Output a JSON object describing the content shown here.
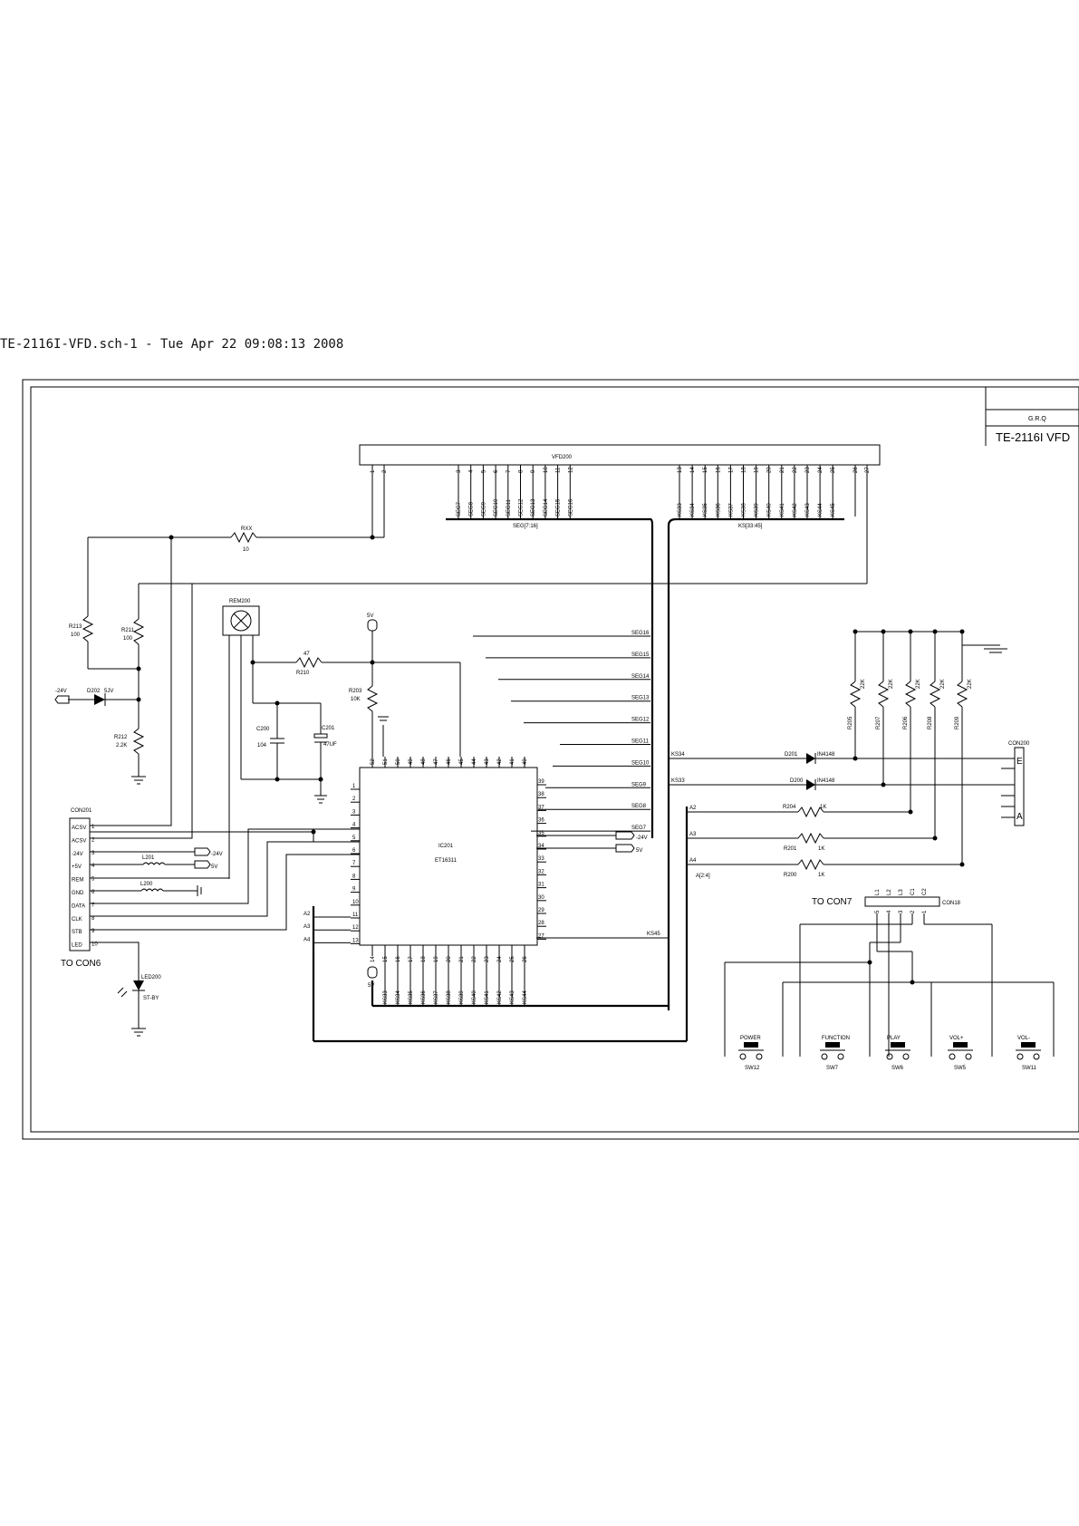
{
  "header": "TE-2116I-VFD.sch-1 - Tue Apr 22 09:08:13 2008",
  "title_block": {
    "company": "G.R.Q",
    "title": "TE-2116I VFD"
  },
  "vfd": {
    "ref": "VFD200",
    "pins_left": [
      "1",
      "2"
    ],
    "pins_seg": [
      "3",
      "4",
      "5",
      "6",
      "7",
      "8",
      "9",
      "10",
      "11",
      "12"
    ],
    "pins_ks": [
      "13",
      "14",
      "15",
      "16",
      "17",
      "18",
      "19",
      "20",
      "21",
      "22",
      "23",
      "24",
      "25"
    ],
    "pins_right": [
      "26",
      "27"
    ],
    "seg_nets": [
      "SEG7",
      "SEG8",
      "SEG9",
      "SEG10",
      "SEG11",
      "SEG12",
      "SEG13",
      "SEG14",
      "SEG15",
      "SEG16"
    ],
    "ks_nets": [
      "KS33",
      "KS34",
      "KS35",
      "KS36",
      "KS37",
      "KS38",
      "KS39",
      "KS40",
      "KS41",
      "KS42",
      "KS43",
      "KS44",
      "KS45"
    ],
    "seg_bus": "SEG[7:16]",
    "ks_bus": "KS[33:45]"
  },
  "components": {
    "rxx": {
      "ref": "RXX",
      "value": "10"
    },
    "r213": {
      "ref": "R213",
      "value": "100"
    },
    "r211": {
      "ref": "R211",
      "value": "100"
    },
    "r212": {
      "ref": "R212",
      "value": "2.2K"
    },
    "r210": {
      "ref": "R210",
      "value": "47"
    },
    "r203": {
      "ref": "R203",
      "value": "10K"
    },
    "c200": {
      "ref": "C200",
      "value": "104"
    },
    "c201": {
      "ref": "C201",
      "value": "47UF"
    },
    "d202": {
      "ref": "D202",
      "value": "5JV"
    },
    "rem": {
      "ref": "REM200"
    },
    "led": {
      "ref": "LED200",
      "value": "ST-BY"
    },
    "l201": {
      "ref": "L201"
    },
    "l200": {
      "ref": "L200"
    },
    "neg24": "-24V",
    "v5": "5V"
  },
  "ic": {
    "ref": "IC201",
    "part": "ET16311",
    "left_pins": [
      "1",
      "2",
      "3",
      "4",
      "5",
      "6",
      "7",
      "8",
      "9",
      "10",
      "11",
      "12",
      "13"
    ],
    "top_pins": [
      "52",
      "51",
      "50",
      "49",
      "48",
      "47",
      "46",
      "45",
      "44",
      "43",
      "42",
      "41",
      "40"
    ],
    "right_pins": [
      "39",
      "38",
      "37",
      "36",
      "35",
      "34",
      "33",
      "32",
      "31",
      "30",
      "29",
      "28",
      "27"
    ],
    "bottom_pins": [
      "14",
      "15",
      "16",
      "17",
      "18",
      "19",
      "20",
      "21",
      "22",
      "23",
      "24",
      "25",
      "26"
    ],
    "bottom_nets": [
      "KS33",
      "KS34",
      "KS35",
      "KS36",
      "KS37",
      "KS38",
      "KS39",
      "KS40",
      "KS41",
      "KS42",
      "KS43",
      "KS44"
    ],
    "seg_right": [
      "SEG16",
      "SEG15",
      "SEG14",
      "SEG13",
      "SEG12",
      "SEG11",
      "SEG10",
      "SEG9",
      "SEG8",
      "SEG7"
    ],
    "left_nets": [
      "A2",
      "A3",
      "A4"
    ],
    "ks45": "KS45",
    "neg24": "-24V",
    "v5": "5V"
  },
  "con201": {
    "ref": "CON201",
    "labels": [
      "ACSV",
      "ACSV",
      "-24V",
      "+5V",
      "REM",
      "GND",
      "DATA",
      "CLK",
      "STB",
      "LED"
    ],
    "pins": [
      "1",
      "2",
      "3",
      "4",
      "5",
      "6",
      "7",
      "8",
      "9",
      "10"
    ],
    "to": "TO CON6",
    "neg24": "-24V",
    "v5": "5V"
  },
  "keys": {
    "resistors": [
      {
        "ref": "R205",
        "value": "22K"
      },
      {
        "ref": "R207",
        "value": "22K"
      },
      {
        "ref": "R206",
        "value": "22K"
      },
      {
        "ref": "R208",
        "value": "22K"
      },
      {
        "ref": "R209",
        "value": "22K"
      }
    ],
    "ks34": "KS34",
    "ks33": "KS33",
    "d201": {
      "ref": "D201",
      "value": "IN4148"
    },
    "d200": {
      "ref": "D200",
      "value": "IN4148"
    },
    "a2": "A2",
    "a3": "A3",
    "a4": "A4",
    "abus": "A[2:4]",
    "r204": {
      "ref": "R204",
      "value": "1K"
    },
    "r201": {
      "ref": "R201",
      "value": "1K"
    },
    "r200": {
      "ref": "R200",
      "value": "1K"
    },
    "con200": {
      "ref": "CON200",
      "e": "E",
      "a": "A"
    }
  },
  "con7": {
    "to": "TO CON7",
    "ref": "CON18",
    "pin_names": [
      "L1",
      "L2",
      "L3",
      "C1",
      "C2"
    ],
    "pin_nums": [
      "5",
      "4",
      "3",
      "2",
      "1"
    ]
  },
  "switches": [
    {
      "label": "POWER",
      "ref": "SW12"
    },
    {
      "label": "FUNCTION",
      "ref": "SW7"
    },
    {
      "label": "PLAY",
      "ref": "SW6"
    },
    {
      "label": "VOL+",
      "ref": "SW5"
    },
    {
      "label": "VOL-",
      "ref": "SW11"
    }
  ]
}
